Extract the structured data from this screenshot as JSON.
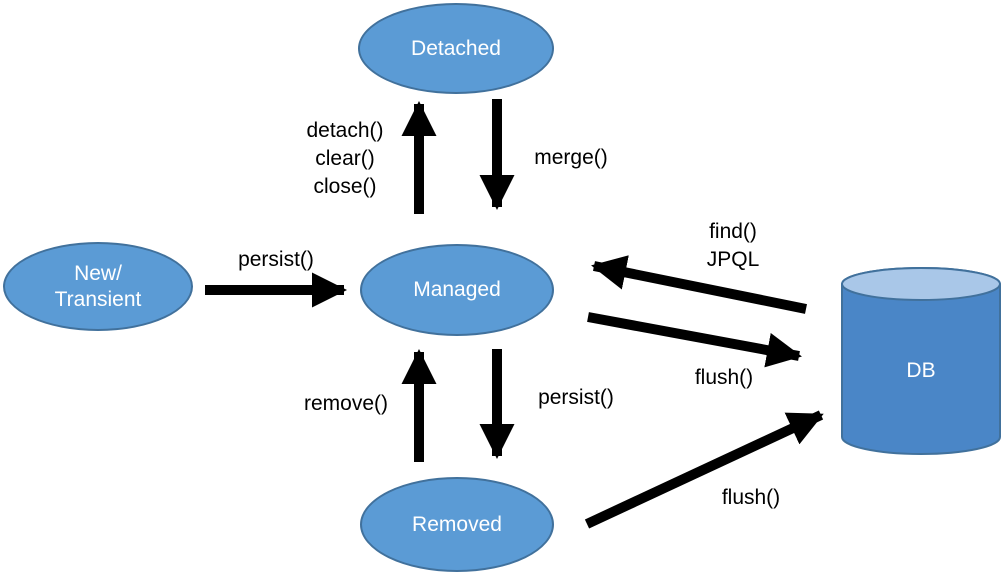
{
  "nodes": {
    "detached": {
      "label": "Detached"
    },
    "new_transient": {
      "line1": "New/",
      "line2": "Transient"
    },
    "managed": {
      "label": "Managed"
    },
    "removed": {
      "label": "Removed"
    },
    "db": {
      "label": "DB"
    }
  },
  "edge_labels": {
    "detach_group": {
      "line1": "detach()",
      "line2": "clear()",
      "line3": "close()"
    },
    "merge": "merge()",
    "persist_from_new": "persist()",
    "remove": "remove()",
    "persist_from_managed": "persist()",
    "find_group": {
      "line1": "find()",
      "line2": "JPQL"
    },
    "flush_managed_db": "flush()",
    "flush_removed_db": "flush()"
  },
  "colors": {
    "background": "#ffffff",
    "node_fill": "#5b9bd5",
    "node_border": "#41719c",
    "node_text": "#ffffff",
    "cylinder_body": "#4a86c7",
    "cylinder_top": "#a9c7e8",
    "arrow": "#000000",
    "label_text": "#000000"
  }
}
